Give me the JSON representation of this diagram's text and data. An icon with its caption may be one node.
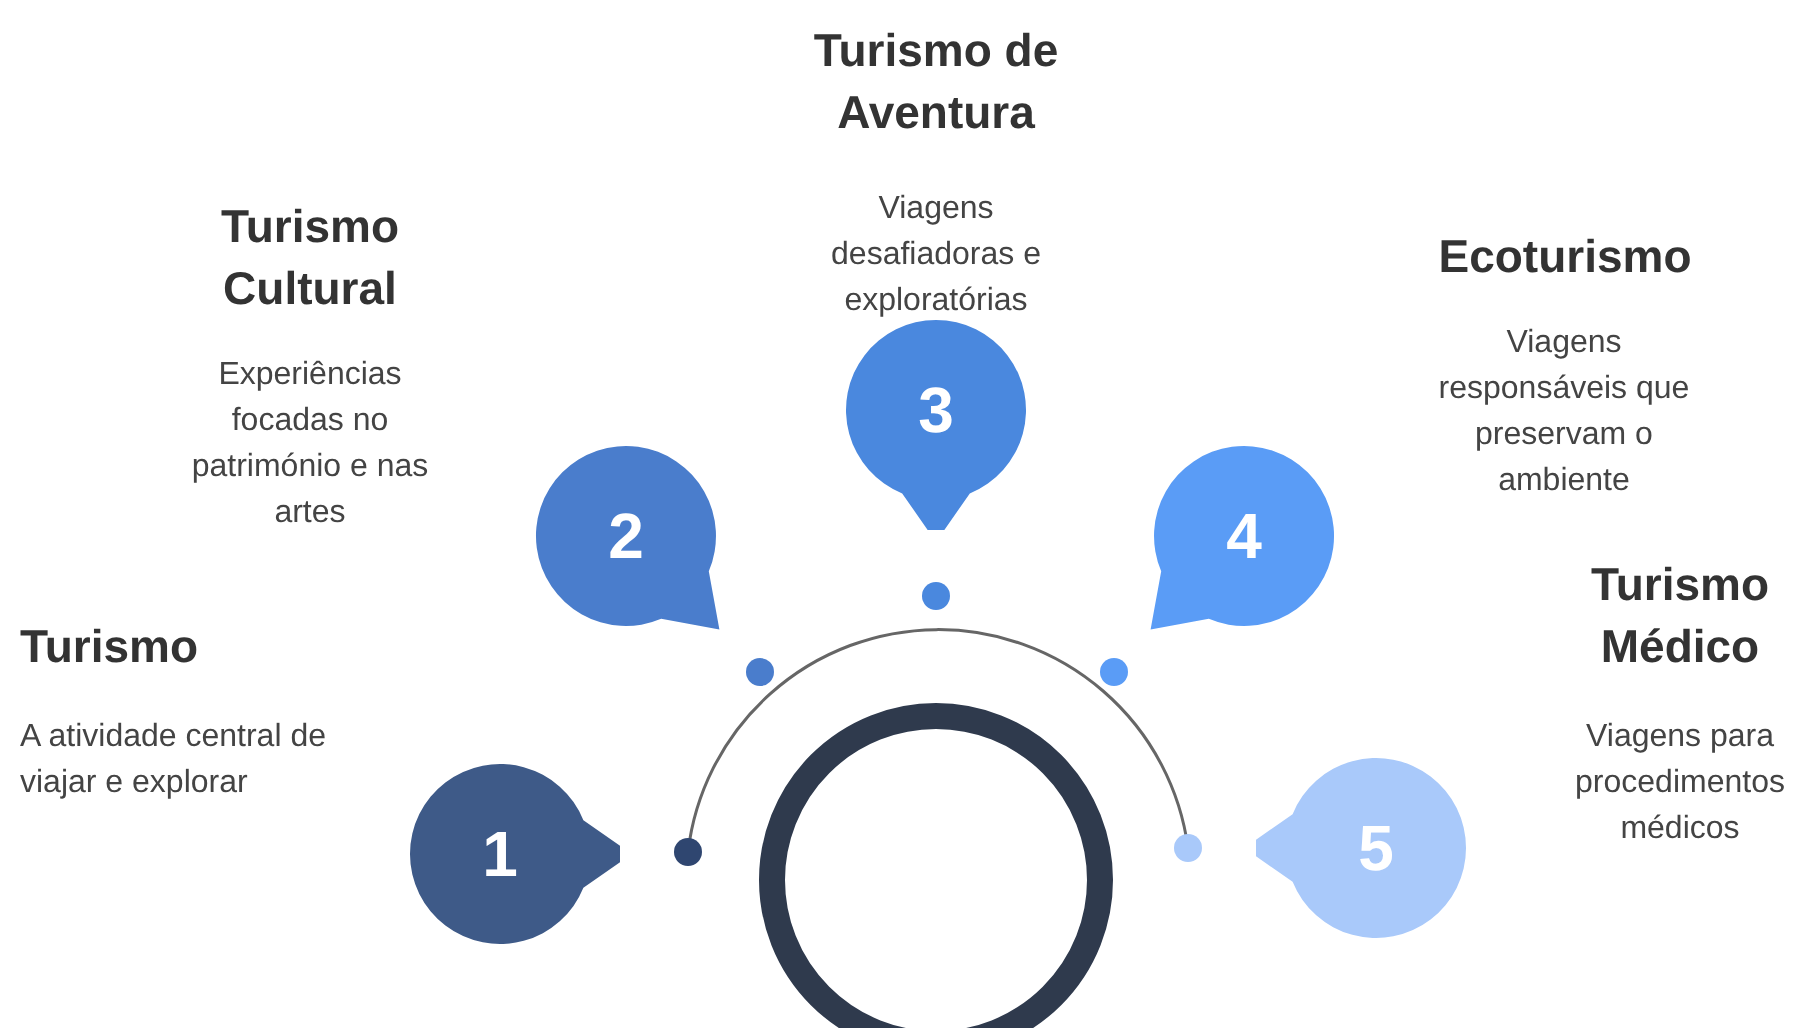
{
  "diagram": {
    "nodes": [
      {
        "text": [
          "1"
        ],
        "beside": [
          "Turismo",
          "A atividade central de viajar e explorar"
        ]
      },
      {
        "text": [
          "2"
        ],
        "beside": [
          "Turismo Cultural",
          "Experiências focadas no património e nas artes"
        ]
      },
      {
        "text": [
          "3"
        ],
        "beside": [
          "Turismo de Aventura",
          "Viagens desafiadoras e exploratórias"
        ]
      },
      {
        "text": [
          "4"
        ],
        "beside": [
          "Ecoturismo",
          "Viagens responsáveis que preservam o ambiente"
        ]
      },
      {
        "text": [
          "5"
        ],
        "beside": [
          "Turismo Médico",
          "Viagens para procedimentos médicos"
        ]
      }
    ]
  }
}
